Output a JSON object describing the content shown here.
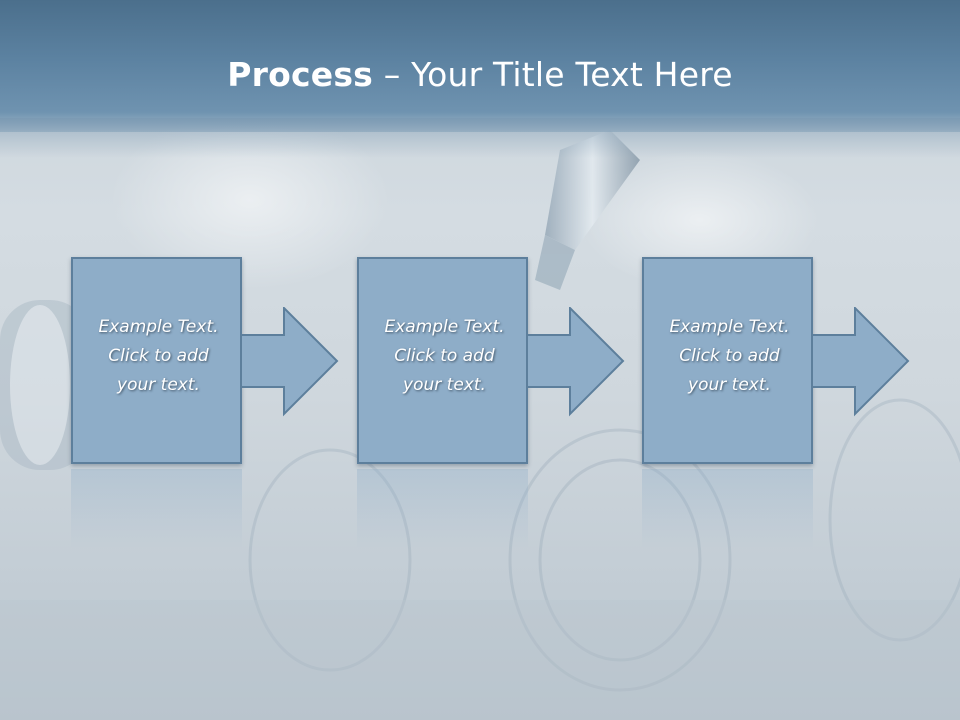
{
  "slide": {
    "title_bold": "Process",
    "title_rest": " – Your Title Text Here"
  },
  "steps": [
    {
      "line1": "Example Text.",
      "line2": "Click  to add",
      "line3": "your text."
    },
    {
      "line1": "Example Text.",
      "line2": "Click  to add",
      "line3": "your text."
    },
    {
      "line1": "Example Text.",
      "line2": "Click  to add",
      "line3": "your text."
    }
  ],
  "colors": {
    "header": "#5c82a1",
    "box_fill": "#8eadc8",
    "box_border": "#5d7f9c",
    "text": "#ffffff"
  }
}
